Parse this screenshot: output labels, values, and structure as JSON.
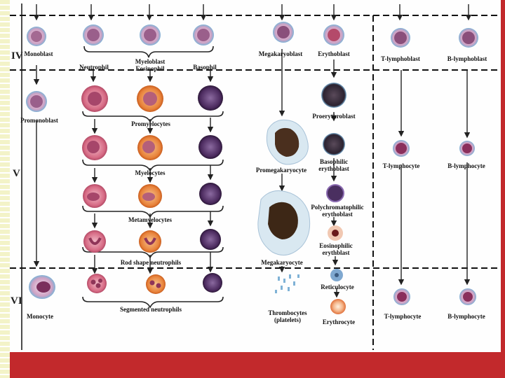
{
  "stages": {
    "iv": "IV",
    "v": "V",
    "vi": "VI"
  },
  "labels": {
    "monoblast": "Monoblast",
    "neutrophil": "Neutrophil",
    "myeloblast": "Myeloblast",
    "eosinophil": "Eosinophil",
    "basophil": "Basophil",
    "megakaryoblast": "Megakaryoblast",
    "erythoblast": "Erythoblast",
    "t_lymphoblast": "T-lymphoblast",
    "b_lymphoblast": "B-lymphoblast",
    "promonoblast": "Promonoblast",
    "promyelocytes": "Promyelocytes",
    "proerythroblast": "Proerythroblast",
    "basophilic_erythoblast": "Basophilic erythoblast",
    "promegakaryocyte": "Promegakaryocyte",
    "t_lymphocyte": "T-lymphocyte",
    "b_lymphocyte": "B-lymphocyte",
    "myelocytes": "Myelocytes",
    "polychromatophilic": "Polychromatophilic erythoblast",
    "metamyelocytes": "Metamyelocytes",
    "eosinophilic_erythoblast": "Eosinophilic erythblast",
    "megakaryocyte": "Megakaryocyte",
    "rod_shape": "Rod shape neutrophils",
    "reticulocyte": "Reticulocyte",
    "monocyte": "Monocyte",
    "segmented": "Segmented neutrophils",
    "thrombocytes": "Thrombocytes (platelets)",
    "erythrocyte": "Erythrocyte"
  },
  "colors": {
    "accent_bar": "#c2292c",
    "stripe": "#f3f3c8",
    "cell_lilac": "#c98fb4",
    "cell_nucleus": "#6a2a55",
    "neutrophil_pink": "#d66a84",
    "eosinophil_orange": "#e8823a",
    "basophil_purple": "#4b2a5e",
    "dark_erythro": "#2b2230"
  }
}
